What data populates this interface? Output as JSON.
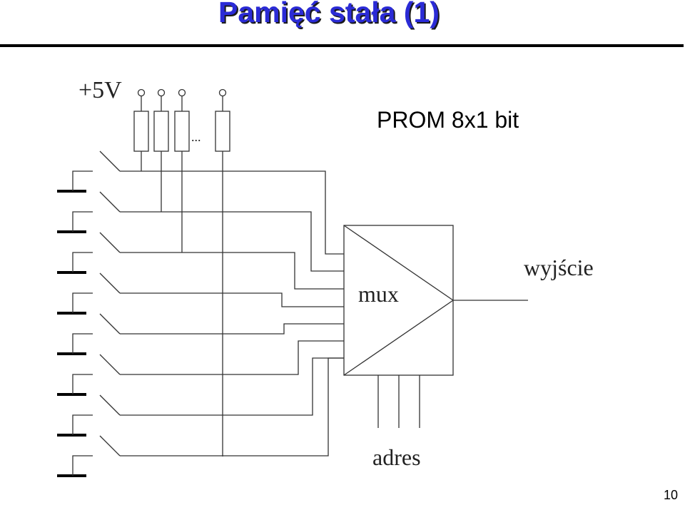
{
  "slide": {
    "title": "Pamięć stała (1)",
    "subtitle": "PROM 8x1 bit",
    "page_number": "10"
  },
  "diagram": {
    "supply_label": "+5V",
    "ellipsis": "...",
    "mux_label": "mux",
    "output_label": "wyjście",
    "address_label": "adres",
    "input_count": 8,
    "address_line_count": 3
  }
}
